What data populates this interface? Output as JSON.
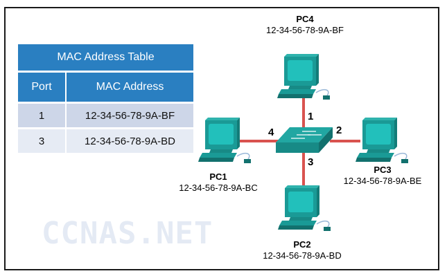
{
  "mac_table": {
    "title": "MAC Address Table",
    "headers": [
      "Port",
      "MAC Address"
    ],
    "rows": [
      {
        "port": "1",
        "mac": "12-34-56-78-9A-BF"
      },
      {
        "port": "3",
        "mac": "12-34-56-78-9A-BD"
      }
    ]
  },
  "pcs": {
    "pc1": {
      "name": "PC1",
      "mac": "12-34-56-78-9A-BC",
      "port": "4"
    },
    "pc2": {
      "name": "PC2",
      "mac": "12-34-56-78-9A-BD",
      "port": "3"
    },
    "pc3": {
      "name": "PC3",
      "mac": "12-34-56-78-9A-BE",
      "port": "2"
    },
    "pc4": {
      "name": "PC4",
      "mac": "12-34-56-78-9A-BF",
      "port": "1"
    }
  },
  "watermark": "CCNAS.NET",
  "colors": {
    "table_header": "#2a7fc1",
    "row_odd": "#cdd6e8",
    "row_even": "#e6ebf4",
    "link": "#d9534f",
    "device": "#1a9a96"
  }
}
